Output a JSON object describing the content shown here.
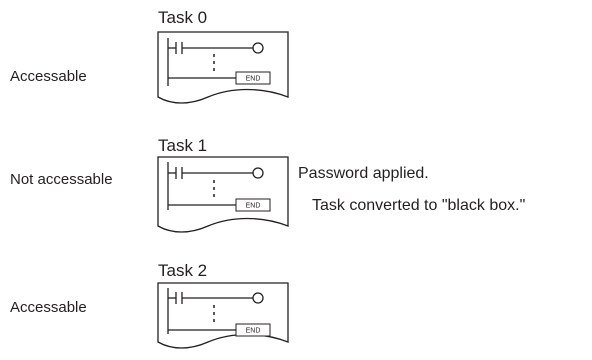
{
  "tasks": [
    {
      "title": "Task 0",
      "access": "Accessable",
      "end_label": "END",
      "state": "accessible",
      "fill": "#ffffff"
    },
    {
      "title": "Task 1",
      "access": "Not accessable",
      "end_label": "END",
      "state": "black-box",
      "fill": "#b9bbbe"
    },
    {
      "title": "Task 2",
      "access": "Accessable",
      "end_label": "END",
      "state": "accessible",
      "fill": "#ffffff"
    }
  ],
  "notes": {
    "password": "Password applied.",
    "black_box": "Task converted to \"black box.\""
  }
}
